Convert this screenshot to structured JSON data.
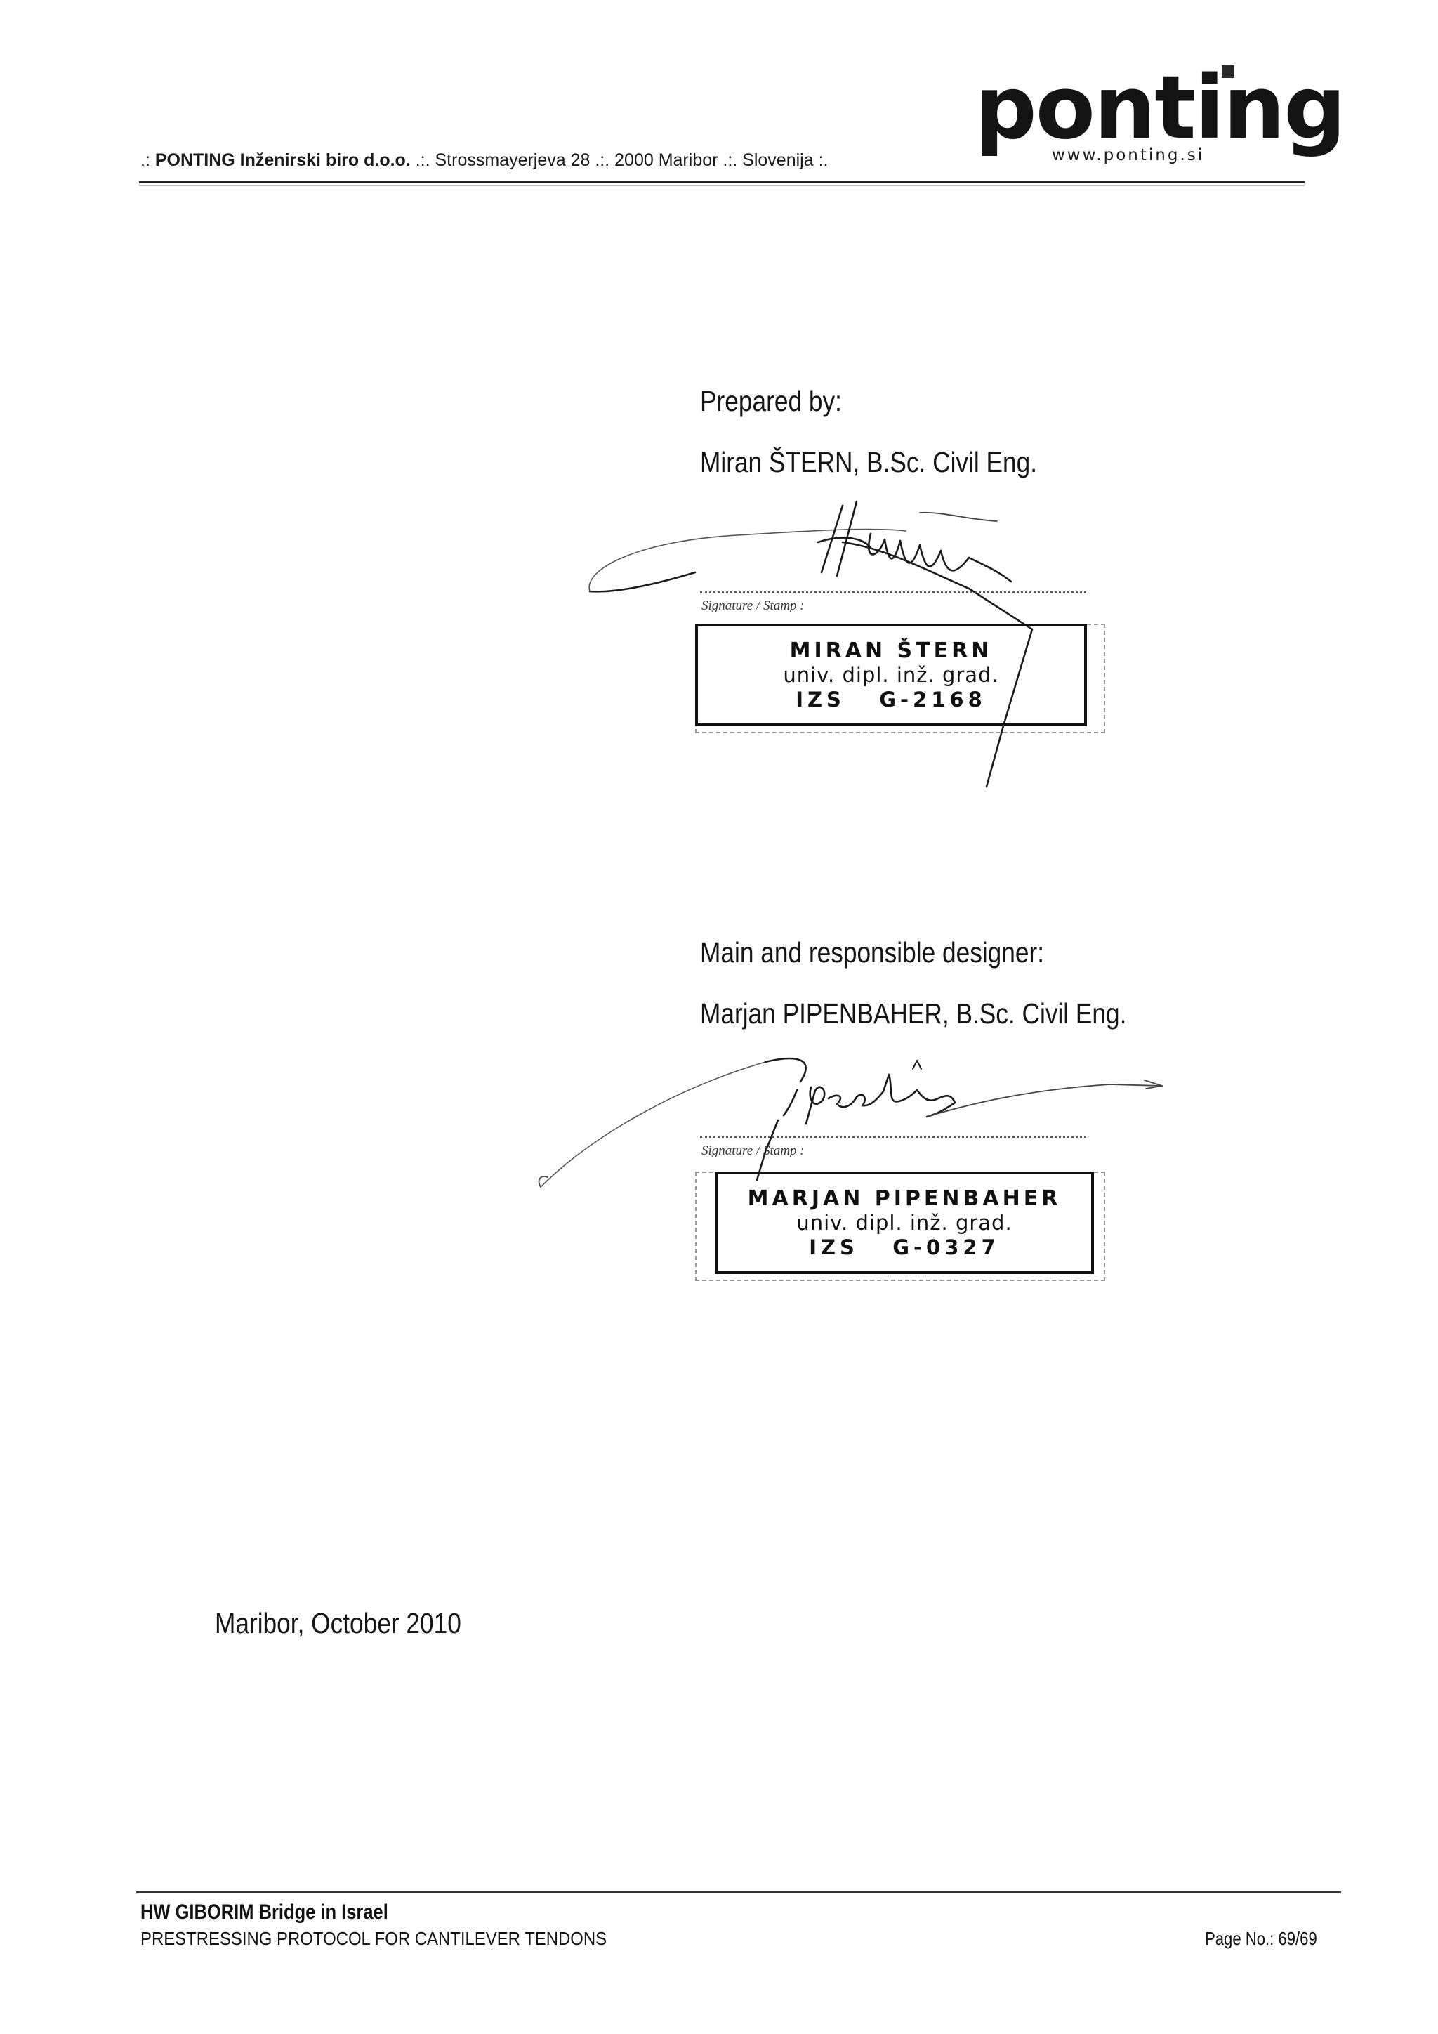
{
  "header": {
    "company_prefix": ".: ",
    "company_name": "PONTING Inženirski biro d.o.o.",
    "address_rest": " .:. Strossmayerjeva 28 .:. 2000 Maribor .:. Slovenija :.",
    "logo_text": "ponting",
    "logo_url": "www.ponting.si"
  },
  "prepared": {
    "label": "Prepared by:",
    "name": "Miran ŠTERN, B.Sc. Civil Eng.",
    "signature_caption": "Signature / Stamp :",
    "stamp": {
      "name": "MIRAN ŠTERN",
      "title": "univ. dipl. inž. grad.",
      "registration": "IZS   G-2168"
    }
  },
  "designer": {
    "label": "Main and responsible designer:",
    "name": "Marjan PIPENBAHER, B.Sc. Civil Eng.",
    "signature_caption": "Signature / Stamp :",
    "stamp": {
      "name": "MARJAN PIPENBAHER",
      "title": "univ. dipl. inž. grad.",
      "registration": "IZS   G-0327"
    }
  },
  "place_date": "Maribor, October 2010",
  "footer": {
    "project": "HW GIBORIM Bridge in Israel",
    "document": "PRESTRESSING PROTOCOL FOR CANTILEVER TENDONS",
    "page": "Page No.: 69/69"
  }
}
